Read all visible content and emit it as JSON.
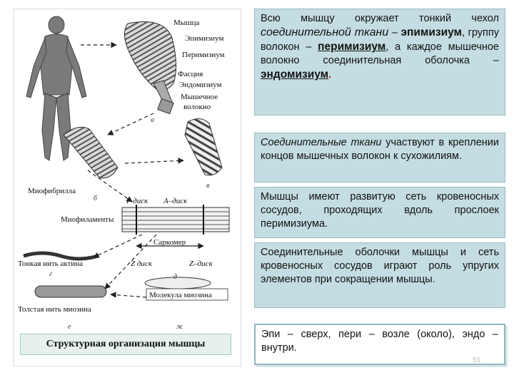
{
  "diagram": {
    "labels": {
      "muscle": "Мышца",
      "epimysium": "Эпимизиум",
      "perimysium": "Перимизиум",
      "fascia": "Фасция",
      "endomysium": "Эндомизиум",
      "muscle_fiber_line1": "Мышечное",
      "muscle_fiber_line2": "волокно",
      "myofibril": "Миофибрилла",
      "myofilaments": "Миофиламенты",
      "i_disc": "I–диск",
      "a_disc": "A–диск",
      "sarcomere": "Саркомер",
      "z_disc_left": "Z диск",
      "z_disc_right": "Z–диск",
      "thin_actin": "Тонкая нить актина",
      "myosin_molecule": "Молекула миозина",
      "thick_myosin": "Толстая нить миозина"
    },
    "letters": {
      "a": "а",
      "b": "б",
      "v": "в",
      "g": "г",
      "d": "д",
      "e": "е",
      "zh": "ж"
    },
    "caption": "Структурная организация мышцы"
  },
  "box1": {
    "t1": "Всю мышцу окружает тонкий чехол ",
    "t2": "соединительной ткани",
    "t3": " – ",
    "t4": "эпимизиум",
    "t5": ", группу волокон – ",
    "t6": "перимизиум",
    "t7": ", а каждое мышечное волокно соединительная оболочка – ",
    "t8": "эндомизиум",
    "t9": "."
  },
  "box2": {
    "t1": "Соединительные ткани",
    "t2": " участвуют в креплении концов мышечных волокон к сухожилиям."
  },
  "box3": {
    "text": "Мышцы имеют развитую сеть кровеносных сосудов, проходящих вдоль прослоек перимизиума."
  },
  "box4": {
    "text": "Соединительные оболочки мышцы и сеть кровеносных сосудов играют роль упругих элементов при сокращении мышцы."
  },
  "box5": {
    "text": "Эпи – сверх, пери – возле (около), эндо – внутри."
  },
  "page_number": "51"
}
